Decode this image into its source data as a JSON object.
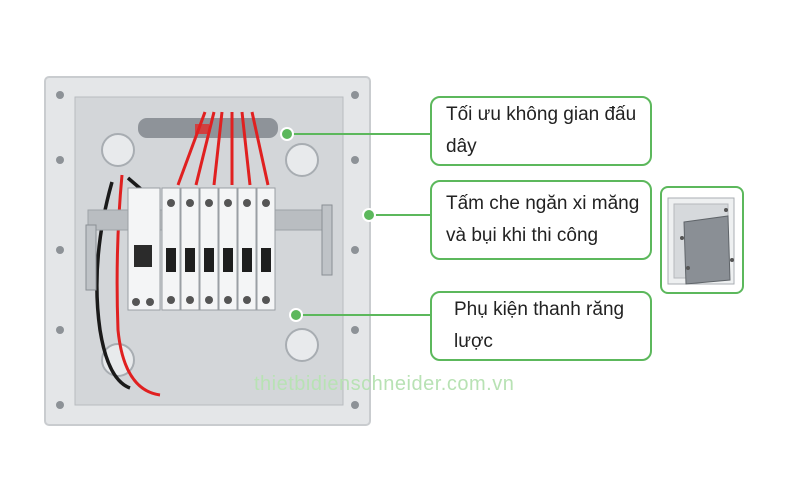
{
  "callouts": {
    "top": "Tối ưu không gian đấu dây",
    "middle_line1": "Tấm che ngăn xi măng",
    "middle_line2": "và bụi khi thi công",
    "bottom": "Phụ kiện thanh răng lược"
  },
  "watermark": "thietbidienschneider.com.vn",
  "colors": {
    "accent_green": "#5cb85c",
    "wire_red": "#e02020",
    "wire_black": "#1a1a1a",
    "watermark_green": "#b8e2b4"
  },
  "icons": [
    "distribution-board-photo",
    "cover-plate-inset-photo"
  ]
}
